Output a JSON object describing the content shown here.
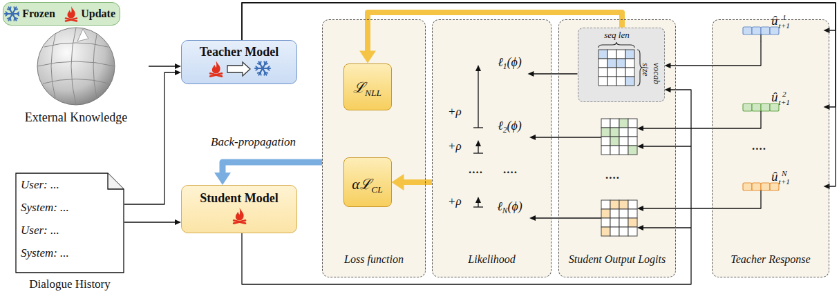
{
  "diagram": {
    "nodes": [
      {
        "text": [
          "External Knowledge"
        ]
      },
      {
        "text": [
          "User: ...",
          "System: ...",
          "User: ...",
          "System: ...",
          "Dialogue History"
        ]
      },
      {
        "text": [
          "Teacher Model"
        ]
      },
      {
        "text": [
          "Student Model"
        ]
      },
      {
        "text": [
          "Loss function"
        ]
      },
      {
        "text": [
          "ℒNLL"
        ],
        "in": 4
      },
      {
        "text": [
          "αℒCL"
        ],
        "in": 4
      },
      {
        "text": [
          "Likelihood"
        ]
      },
      {
        "text": [
          "ℓ1(ϕ)"
        ],
        "in": 7
      },
      {
        "text": [
          "ℓ2(ϕ)"
        ],
        "in": 7
      },
      {
        "text": [
          "ℓN(ϕ)"
        ],
        "in": 7
      },
      {
        "text": [
          "Student Output Logits"
        ]
      },
      {
        "text": [
          "seq len",
          "vocab size"
        ],
        "in": 11
      },
      {
        "text": [
          "Teacher Response"
        ]
      },
      {
        "text": [
          "û1t+1"
        ],
        "in": 13
      },
      {
        "text": [
          "û2t+1"
        ],
        "in": 13
      },
      {
        "text": [
          "ûNt+1"
        ],
        "in": 13
      }
    ],
    "edges": [
      {
        "from": 0,
        "to": 2,
        "arrow": "to"
      },
      {
        "from": 1,
        "to": 2,
        "arrow": "to"
      },
      {
        "from": 1,
        "to": 3,
        "arrow": "to"
      },
      {
        "from": 4,
        "to": 3,
        "label": "Back-propagation",
        "arrow": "to"
      },
      {
        "from": 12,
        "to": 5,
        "arrow": "to"
      },
      {
        "from": 7,
        "to": 6,
        "arrow": "to"
      },
      {
        "from": 12,
        "to": 8,
        "arrow": "to"
      },
      {
        "from": 14,
        "to": 12,
        "arrow": "to"
      },
      {
        "from": 2,
        "to": 14,
        "arrow": "to"
      },
      {
        "from": 2,
        "to": 15,
        "arrow": "to"
      },
      {
        "from": 2,
        "to": 16,
        "arrow": "to"
      },
      {
        "from": 3,
        "to": 12,
        "arrow": "to"
      }
    ],
    "labels": [
      "+ρ",
      "+ρ",
      "+ρ",
      "....",
      "....",
      "....",
      "...."
    ],
    "legend": [
      {
        "text": "Frozen"
      },
      {
        "text": "Update"
      }
    ]
  }
}
